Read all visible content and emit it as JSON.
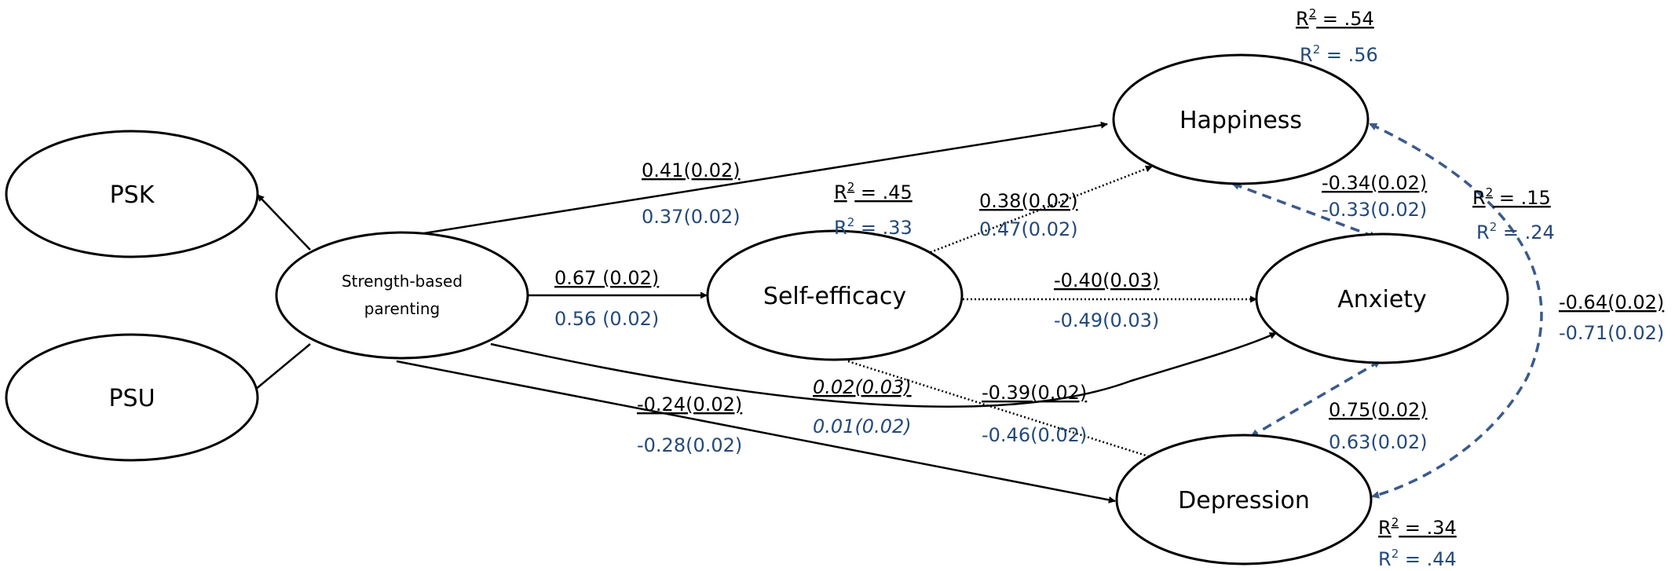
{
  "nodes": {
    "psk": "PSK",
    "psu": "PSU",
    "sbp_line1": "Strength-based",
    "sbp_line2": "parenting",
    "self_efficacy": "Self-efficacy",
    "happiness": "Happiness",
    "anxiety": "Anxiety",
    "depression": "Depression"
  },
  "r2": {
    "happiness": {
      "label": "R",
      "sup": "2",
      "top": " = .54",
      "bottom": " = .56"
    },
    "self_efficacy": {
      "label": "R",
      "sup": "2",
      "top": " = .45",
      "bottom": " = .33"
    },
    "anxiety": {
      "label": "R",
      "sup": "2",
      "top": " = .15",
      "bottom": " = .24"
    },
    "depression": {
      "label": "R",
      "sup": "2",
      "top": " = .34",
      "bottom": " = .44"
    }
  },
  "paths": {
    "sbp_happiness": {
      "top": "0.41(0.02)",
      "bottom": "0.37(0.02)"
    },
    "sbp_self_efficacy": {
      "top": "0.67 (0.02)",
      "bottom": "0.56 (0.02)"
    },
    "sbp_anxiety": {
      "top": "0.02(0.03)",
      "bottom": "0.01(0.02)"
    },
    "sbp_depression": {
      "top": "-0.24(0.02)",
      "bottom": "-0.28(0.02)"
    },
    "se_happiness": {
      "top": "0.38(0.02)",
      "bottom": "0.47(0.02)"
    },
    "se_anxiety": {
      "top": "-0.40(0.03)",
      "bottom": "-0.49(0.03)"
    },
    "se_depression": {
      "top": "-0.39(0.02)",
      "bottom": "-0.46(0.02)"
    },
    "hap_anx": {
      "top": "-0.34(0.02)",
      "bottom": "-0.33(0.02)"
    },
    "anx_dep": {
      "top": "0.75(0.02)",
      "bottom": "0.63(0.02)"
    },
    "hap_dep": {
      "top": "-0.64(0.02)",
      "bottom": "-0.71(0.02)"
    }
  },
  "colors": {
    "ink": "#000000",
    "second_group": "#24497a",
    "covariance_line": "#3a5a8c"
  }
}
